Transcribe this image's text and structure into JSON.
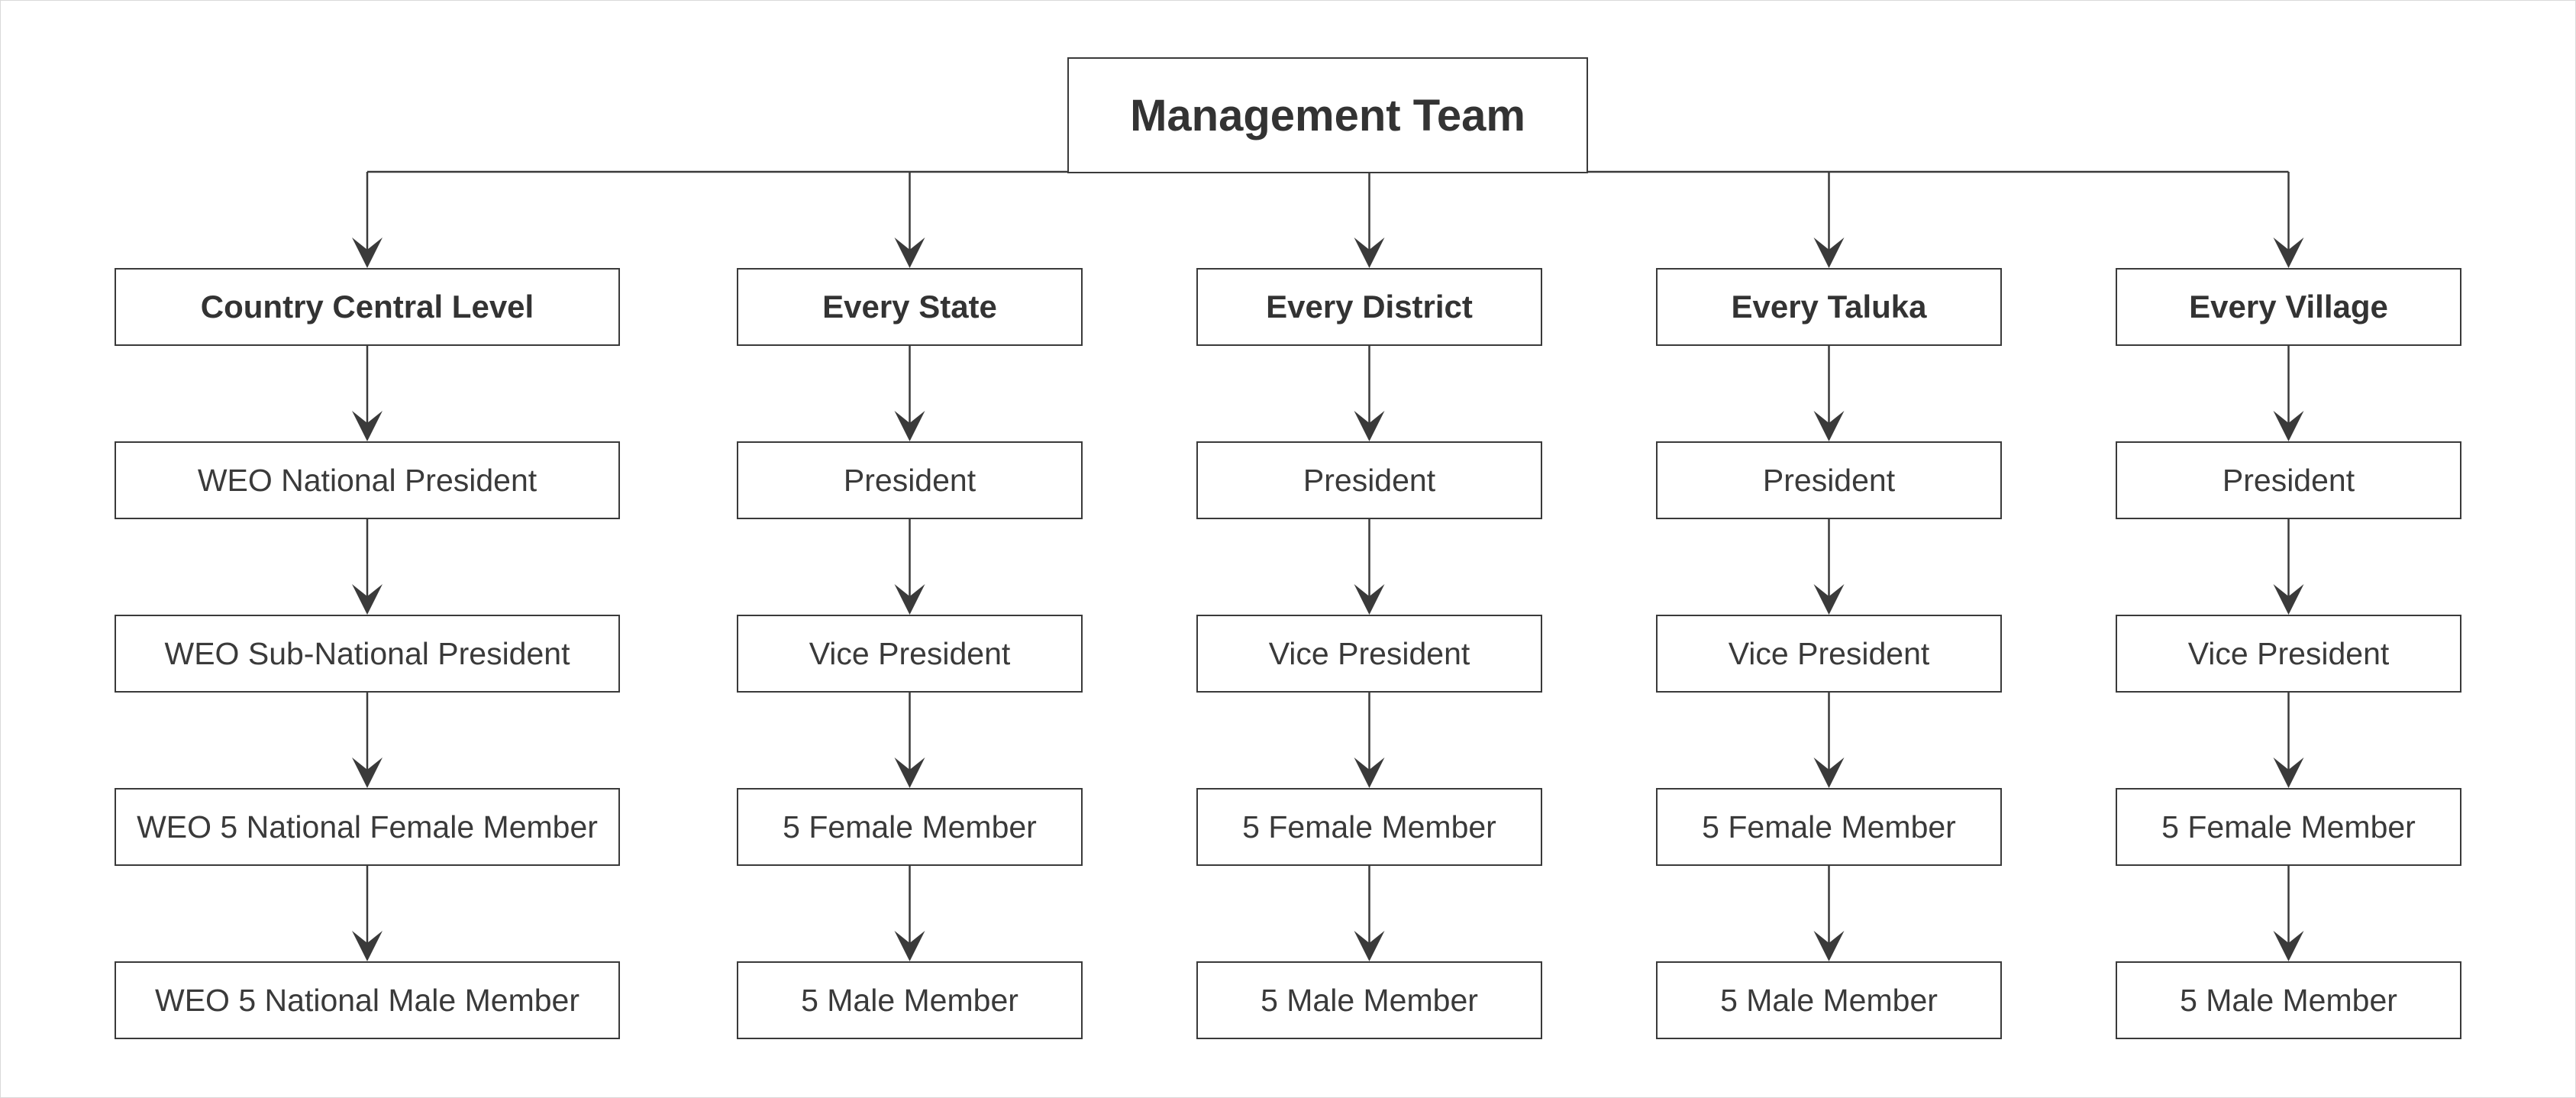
{
  "root": {
    "label": "Management Team"
  },
  "columns": [
    {
      "head": "Country Central Level",
      "roles": [
        "WEO National President",
        "WEO Sub-National President",
        "WEO 5 National Female Member",
        "WEO 5 National Male Member"
      ]
    },
    {
      "head": "Every State",
      "roles": [
        "President",
        "Vice President",
        "5 Female Member",
        "5 Male Member"
      ]
    },
    {
      "head": "Every District",
      "roles": [
        "President",
        "Vice President",
        "5 Female Member",
        "5 Male Member"
      ]
    },
    {
      "head": "Every Taluka",
      "roles": [
        "President",
        "Vice President",
        "5 Female Member",
        "5 Male Member"
      ]
    },
    {
      "head": "Every Village",
      "roles": [
        "President",
        "Vice President",
        "5 Female Member",
        "5 Male Member"
      ]
    }
  ],
  "colors": {
    "line": "#3a3a3a",
    "text": "#333333",
    "background": "#ffffff"
  }
}
